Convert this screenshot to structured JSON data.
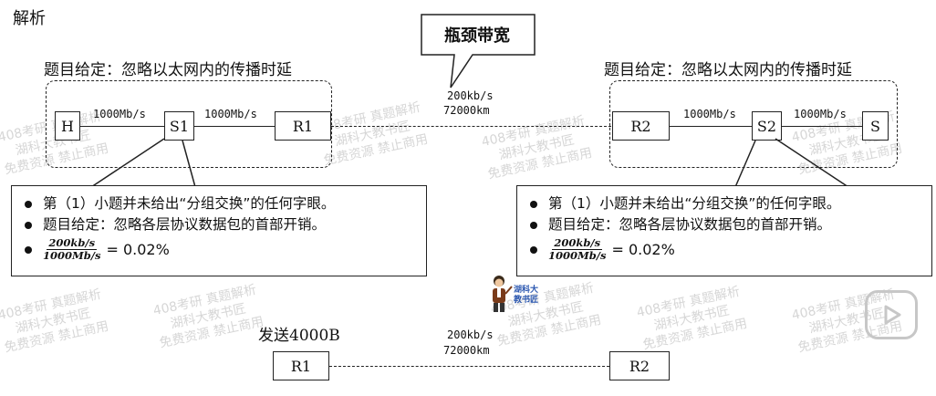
{
  "title": "解析",
  "bubble_label": "瓶颈带宽",
  "note_left": "题目给定：忽略以太网内的传播时延",
  "note_right": "题目给定：忽略以太网内的传播时延",
  "nodes": {
    "h": "H",
    "s1": "S1",
    "r1": "R1",
    "r2": "R2",
    "s2": "S2",
    "s": "S"
  },
  "links": {
    "lan_speed": "1000Mb/s",
    "wan_rate": "200kb/s",
    "wan_dist": "72000km"
  },
  "callout": {
    "line1": "第（1）小题并未给出“分组交换”的任何字眼。",
    "line2": "题目给定：忽略各层协议数据包的首部开销。",
    "frac_num": "200kb/s",
    "frac_den": "1000Mb/s",
    "result": "= 0.02%"
  },
  "bottom": {
    "send_label": "发送4000B",
    "r1": "R1",
    "r2": "R2",
    "wan_rate": "200kb/s",
    "wan_dist": "72000km"
  },
  "watermark": {
    "line1": "408考研 真题解析",
    "line2": "湖科大教书匠",
    "line3": "免费资源 禁止商用"
  },
  "mascot": {
    "line1": "湖科大",
    "line2": "教书匠"
  },
  "icons": {
    "play": "play-icon",
    "mascot": "teacher-mascot-icon"
  }
}
